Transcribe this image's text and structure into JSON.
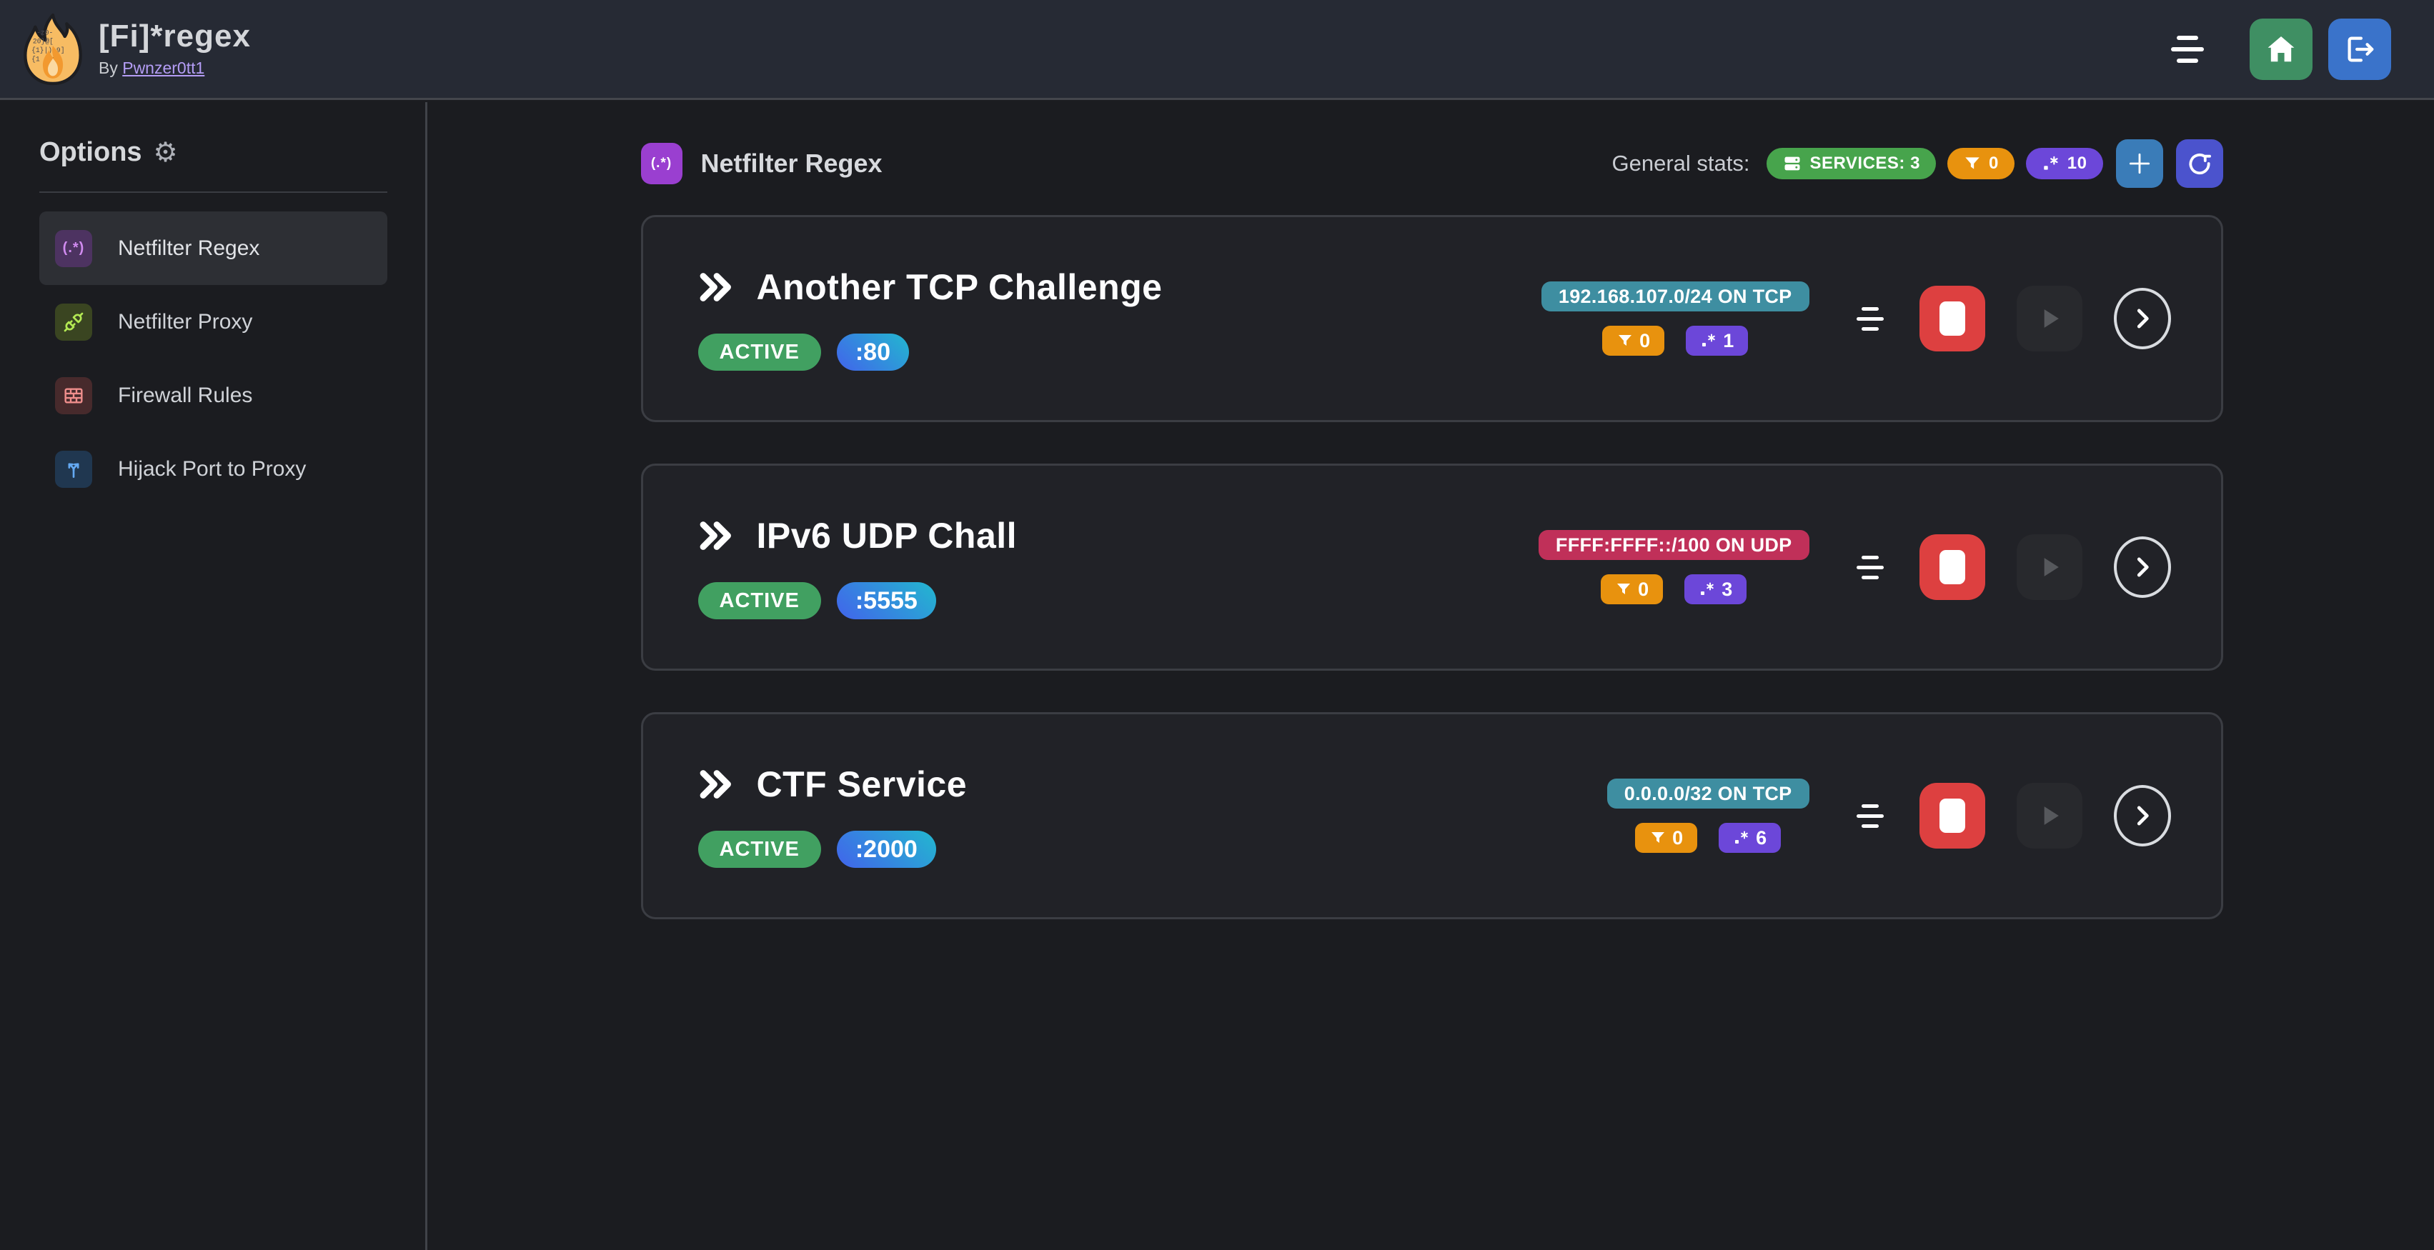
{
  "app": {
    "title": "[Fi]*regex",
    "byline_prefix": "By",
    "author": "Pwnzer0tt1"
  },
  "header": {
    "icons": [
      "align-menu",
      "home",
      "logout"
    ]
  },
  "sidebar": {
    "heading": "Options",
    "gear": "⚙",
    "items": [
      {
        "label": "Netfilter Regex",
        "icon": "regex-icon",
        "icon_text": "(.*)",
        "active": true
      },
      {
        "label": "Netfilter Proxy",
        "icon": "plug-icon",
        "active": false
      },
      {
        "label": "Firewall Rules",
        "icon": "brick-wall-icon",
        "active": false
      },
      {
        "label": "Hijack Port to Proxy",
        "icon": "split-arrows-icon",
        "active": false
      }
    ]
  },
  "main": {
    "section_icon_text": "(.*)",
    "section_title": "Netfilter Regex",
    "stats_label": "General stats:",
    "stats": {
      "services": "SERVICES: 3",
      "filters": "0",
      "regexes": "10"
    },
    "services": [
      {
        "title": "Another TCP Challenge",
        "status": "ACTIVE",
        "port": ":80",
        "target": "192.168.107.0/24 ON TCP",
        "target_color": "#3e8ea1",
        "filters": "0",
        "regexes": "1"
      },
      {
        "title": "IPv6 UDP Chall",
        "status": "ACTIVE",
        "port": ":5555",
        "target": "FFFF:FFFF::/100 ON UDP",
        "target_color": "#c03059",
        "filters": "0",
        "regexes": "3"
      },
      {
        "title": "CTF Service",
        "status": "ACTIVE",
        "port": ":2000",
        "target": "0.0.0.0/32 ON TCP",
        "target_color": "#3e8ea1",
        "filters": "0",
        "regexes": "6"
      }
    ]
  },
  "colors": {
    "header_bg": "#262a34",
    "page_bg": "#1b1c20",
    "card_bg": "#212227",
    "card_border": "#3b3d43",
    "accent_purple": "#9a3fd0",
    "badge_green": "#47a44c",
    "badge_orange": "#e8920e",
    "badge_violet": "#6c47d9",
    "status_green": "#41a061",
    "port_gradient_from": "#4263eb",
    "port_gradient_to": "#22b8cf",
    "target_teal": "#3e8ea1",
    "target_pink": "#c03059",
    "stop_red": "#dd4040",
    "home_green": "#3f8f63",
    "logout_blue": "#3a73ca",
    "plus_blue": "#3a7cb8",
    "refresh_indigo": "#4b53cd",
    "link_purple": "#b49df5"
  }
}
